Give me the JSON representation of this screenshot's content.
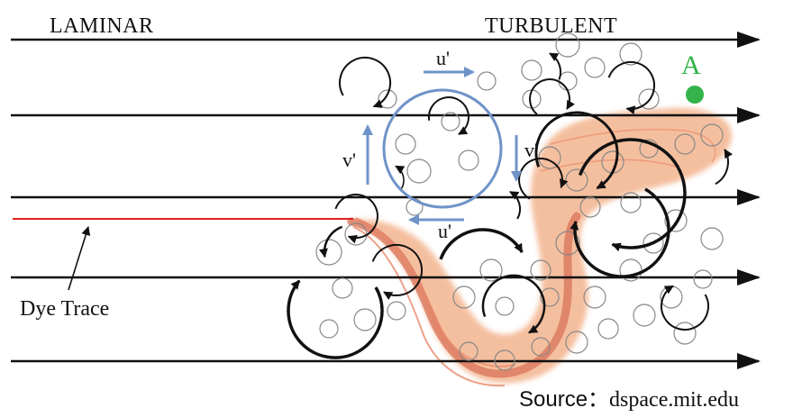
{
  "labels": {
    "laminar": "LAMINAR",
    "turbulent": "TURBULENT",
    "point": "A",
    "u_prime_top": "u'",
    "u_prime_bottom": "u'",
    "v_prime_left": "v'",
    "v_prime_right": "v'",
    "dye_trace": "Dye Trace"
  },
  "caption": {
    "prefix": "Source：",
    "source": "dspace.mit.edu"
  },
  "colors": {
    "line": "#111111",
    "dye": "#e02020",
    "plume": "#f3b48e",
    "plume_core": "#d9735a",
    "eddy_blue": "#6f93c8",
    "point_green": "#33b34a",
    "label_green": "#33b34a"
  }
}
